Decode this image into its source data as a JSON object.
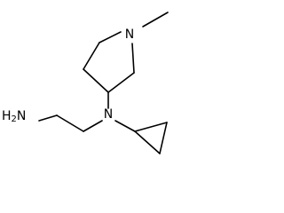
{
  "molecule": {
    "atoms": {
      "ring_nitrogen": "N",
      "tertiary_nitrogen": "N",
      "terminal_amine": "H2N"
    }
  },
  "colors": {
    "bond": "#000000",
    "label": "#000000",
    "background": "#ffffff"
  }
}
